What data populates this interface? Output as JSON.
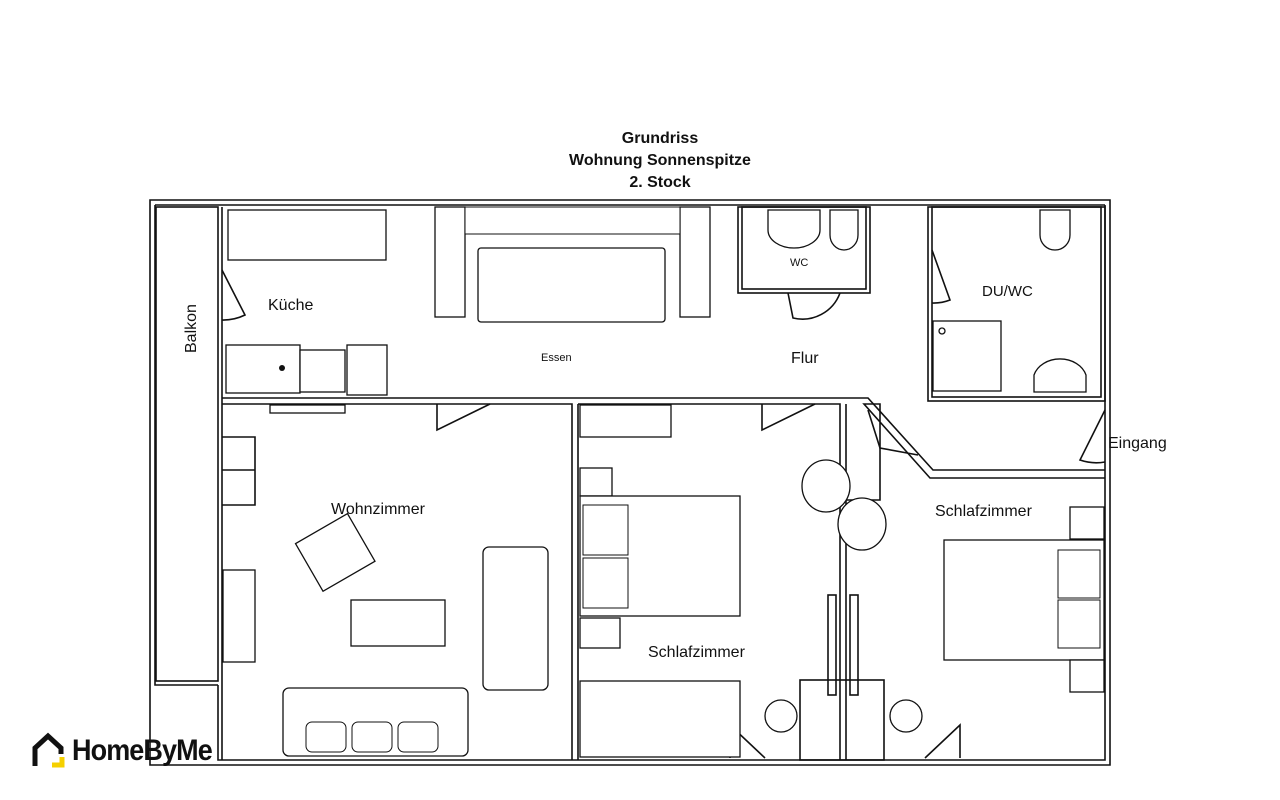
{
  "title": {
    "line1": "Grundriss",
    "line2": "Wohnung Sonnenspitze",
    "line3": "2. Stock"
  },
  "rooms": {
    "balkon": "Balkon",
    "kueche": "Küche",
    "essen": "Essen",
    "flur": "Flur",
    "wc": "WC",
    "duwc": "DU/WC",
    "eingang": "Eingang",
    "wohnzimmer": "Wohnzimmer",
    "schlafzimmer1": "Schlafzimmer",
    "schlafzimmer2": "Schlafzimmer"
  },
  "logo": {
    "text": "HomeByMe",
    "accent": "#f5d000"
  }
}
